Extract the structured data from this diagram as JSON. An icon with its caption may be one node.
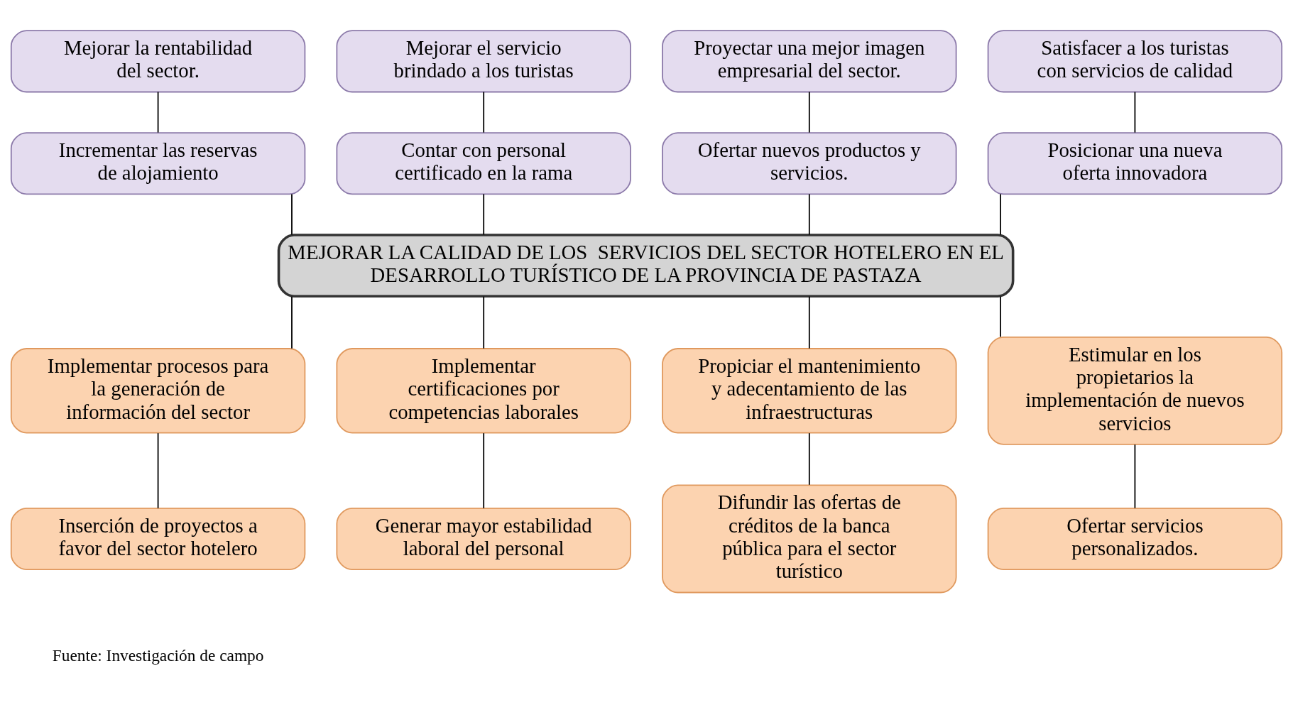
{
  "diagram": {
    "nodes": [
      {
        "text": [
          "Mejorar la rentabilidad del sector."
        ]
      },
      {
        "text": [
          "Mejorar el servicio brindado a los turistas"
        ]
      },
      {
        "text": [
          "Proyectar una mejor imagen empresarial del sector."
        ]
      },
      {
        "text": [
          "Satisfacer a los turistas con servicios de calidad"
        ]
      },
      {
        "text": [
          "Incrementar las reservas de alojamiento"
        ]
      },
      {
        "text": [
          "Contar con personal certificado en la rama"
        ]
      },
      {
        "text": [
          "Ofertar nuevos productos y servicios."
        ]
      },
      {
        "text": [
          "Posicionar una nueva oferta innovadora"
        ]
      },
      {
        "text": [
          "MEJORAR LA CALIDAD DE LOS  SERVICIOS DEL SECTOR HOTELERO EN EL DESARROLLO TURÍSTICO DE LA PROVINCIA DE PASTAZA"
        ]
      },
      {
        "text": [
          "Implementar procesos para la generación de información del sector"
        ]
      },
      {
        "text": [
          "Implementar certificaciones por competencias laborales"
        ]
      },
      {
        "text": [
          "Propiciar el mantenimiento y adecentamiento de las infraestructuras"
        ]
      },
      {
        "text": [
          "Estimular en los propietarios la implementación de nuevos servicios"
        ]
      },
      {
        "text": [
          "Inserción de proyectos a favor del sector hotelero"
        ]
      },
      {
        "text": [
          "Generar mayor estabilidad laboral del personal"
        ]
      },
      {
        "text": [
          "Difundir las ofertas de créditos de la banca pública para el sector turístico"
        ]
      },
      {
        "text": [
          "Ofertar servicios personalizados."
        ]
      }
    ],
    "edges": [
      {
        "from": 0,
        "to": 4,
        "arrow": "none"
      },
      {
        "from": 1,
        "to": 5,
        "arrow": "none"
      },
      {
        "from": 2,
        "to": 6,
        "arrow": "none"
      },
      {
        "from": 3,
        "to": 7,
        "arrow": "none"
      },
      {
        "from": 4,
        "to": 8,
        "arrow": "none"
      },
      {
        "from": 5,
        "to": 8,
        "arrow": "none"
      },
      {
        "from": 6,
        "to": 8,
        "arrow": "none"
      },
      {
        "from": 7,
        "to": 8,
        "arrow": "none"
      },
      {
        "from": 8,
        "to": 9,
        "arrow": "none"
      },
      {
        "from": 8,
        "to": 10,
        "arrow": "none"
      },
      {
        "from": 8,
        "to": 11,
        "arrow": "none"
      },
      {
        "from": 8,
        "to": 12,
        "arrow": "none"
      },
      {
        "from": 9,
        "to": 13,
        "arrow": "none"
      },
      {
        "from": 10,
        "to": 14,
        "arrow": "none"
      },
      {
        "from": 11,
        "to": 15,
        "arrow": "none"
      },
      {
        "from": 12,
        "to": 16,
        "arrow": "none"
      }
    ],
    "labels": [
      "Fuente: Investigación de campo"
    ]
  }
}
